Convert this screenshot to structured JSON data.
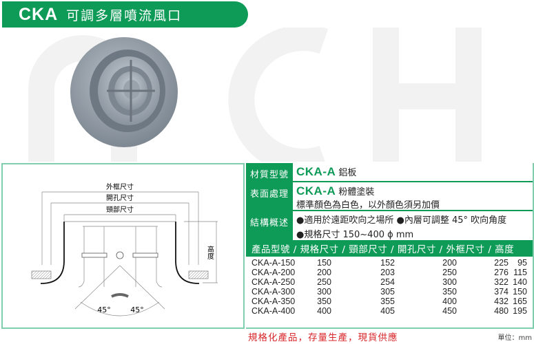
{
  "header": {
    "code": "CKA",
    "title": "可調多層噴流風口"
  },
  "diagram": {
    "outer": "外框尺寸",
    "opening": "開孔尺寸",
    "neck": "頸部尺寸",
    "height": "高度",
    "angle_left": "45°",
    "angle_right": "45°"
  },
  "spec": {
    "material": {
      "label": "材質型號",
      "model": "CKA-A",
      "text": "鋁板"
    },
    "finish": {
      "label": "表面處理",
      "model": "CKA-A",
      "text": "粉體塗裝",
      "note": "標準顏色為白色，以外顏色須另加價"
    },
    "structure": {
      "label": "結構概述",
      "line1": "●適用於遠距吹向之場所 ●內層可調整 45° 吹向角度",
      "line2": "●規格尺寸 150~400 ϕ mm"
    }
  },
  "table": {
    "header": "產品型號 / 規格尺寸 / 頸部尺寸 / 開孔尺寸 / 外框尺寸 / 高度",
    "rows": [
      [
        "CKA-A-150",
        "150",
        "152",
        "200",
        "225",
        "95"
      ],
      [
        "CKA-A-200",
        "200",
        "203",
        "250",
        "276",
        "115"
      ],
      [
        "CKA-A-250",
        "250",
        "254",
        "300",
        "322",
        "140"
      ],
      [
        "CKA-A-300",
        "300",
        "305",
        "350",
        "374",
        "150"
      ],
      [
        "CKA-A-350",
        "350",
        "355",
        "400",
        "432",
        "165"
      ],
      [
        "CKA-A-400",
        "400",
        "405",
        "450",
        "480",
        "195"
      ]
    ]
  },
  "footer": {
    "slogan": "規格化產品，存量生產，現貨供應",
    "unit": "單位：mm"
  }
}
